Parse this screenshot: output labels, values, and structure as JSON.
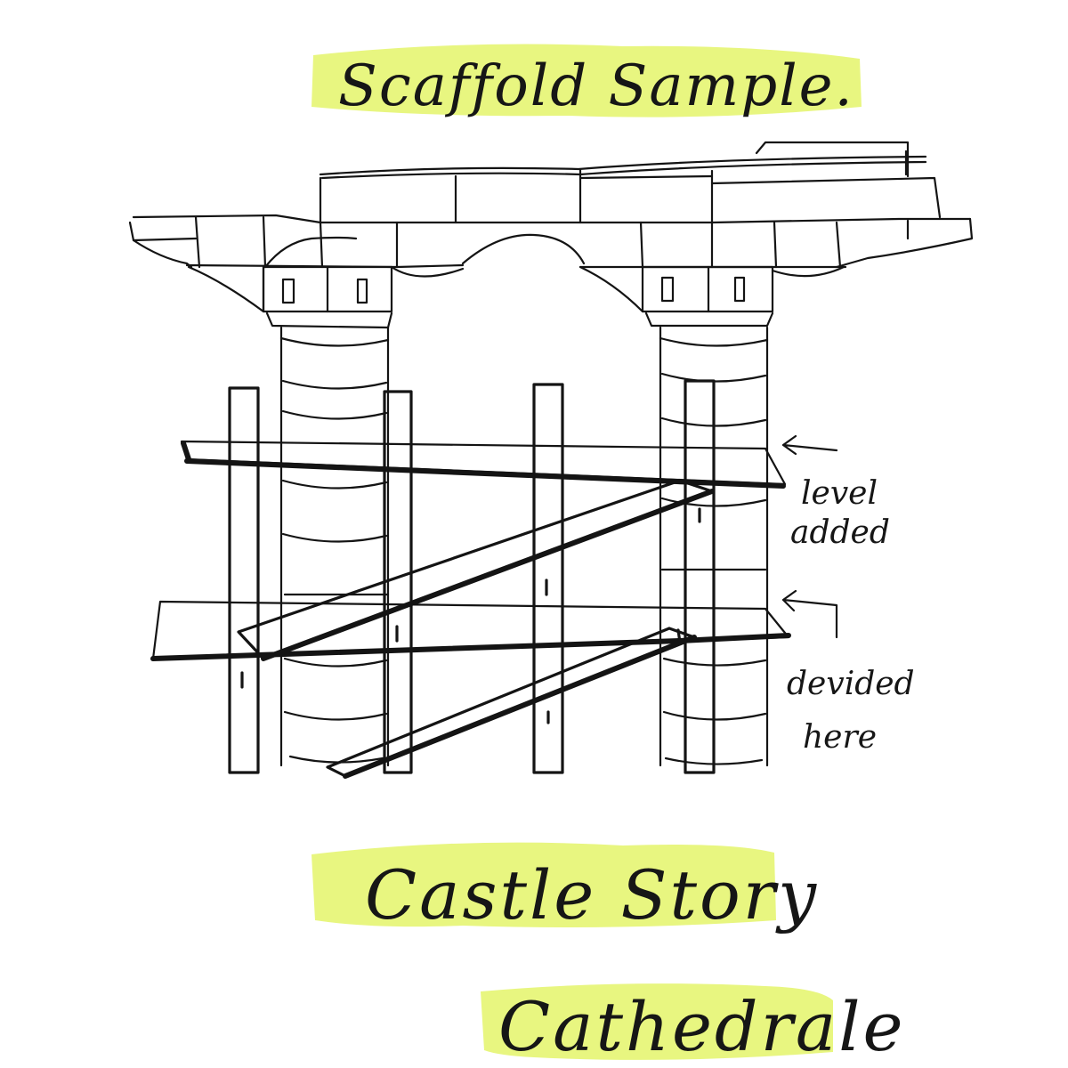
{
  "title": "Scaffold Sample.",
  "annotations": {
    "level_added_line1": "level",
    "level_added_line2": "added",
    "divided_line1": "devided",
    "divided_line2": "here"
  },
  "footer": {
    "line1": "Castle Story",
    "line2": "Cathedrale"
  },
  "colors": {
    "highlighter": "#e4f46a",
    "ink": "#141414"
  }
}
